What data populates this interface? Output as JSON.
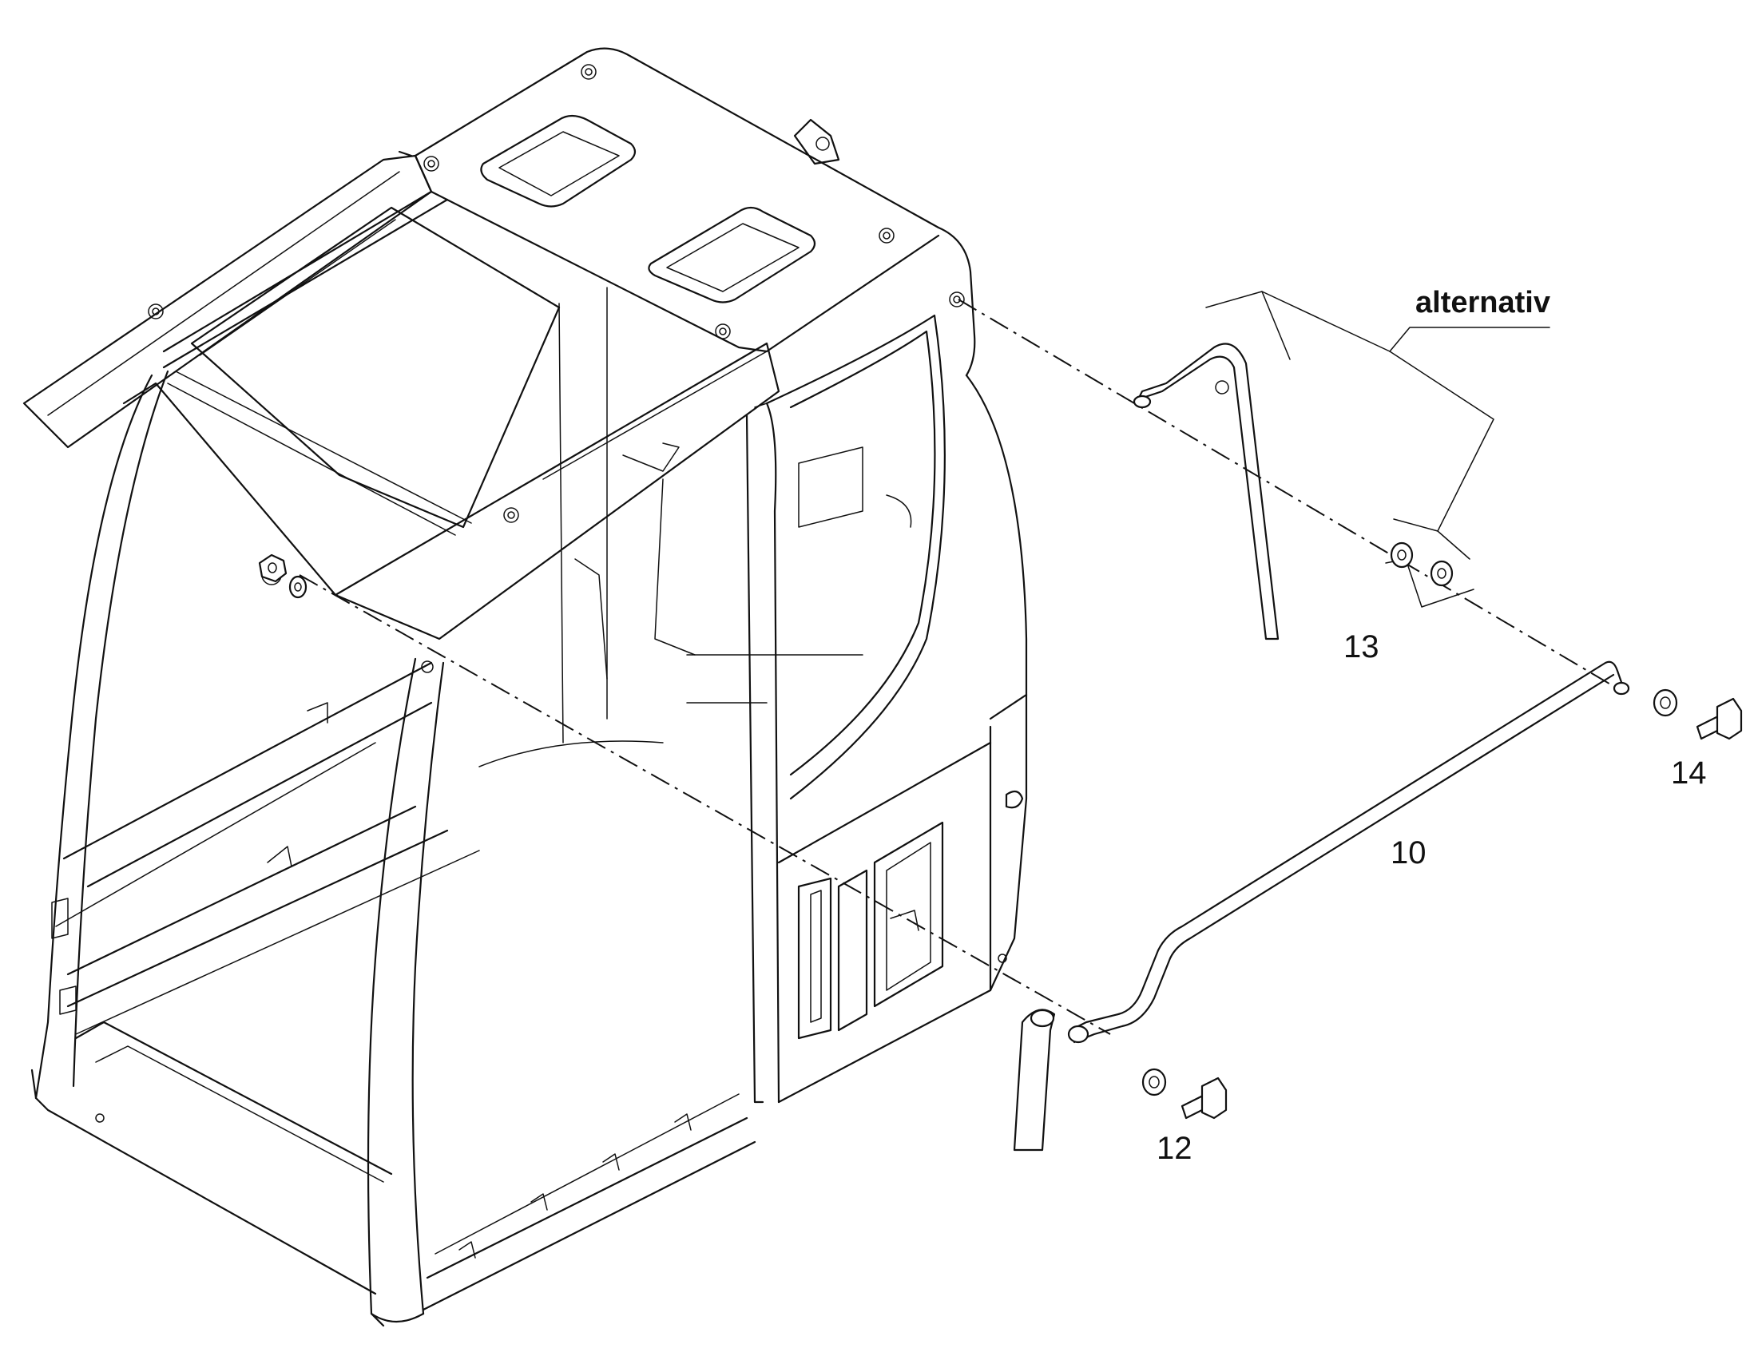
{
  "labels": {
    "alternativ": "alternativ",
    "part_10": "10",
    "part_12": "12",
    "part_13": "13",
    "part_14": "14"
  },
  "colors": {
    "line": "#111111",
    "background": "#ffffff"
  }
}
